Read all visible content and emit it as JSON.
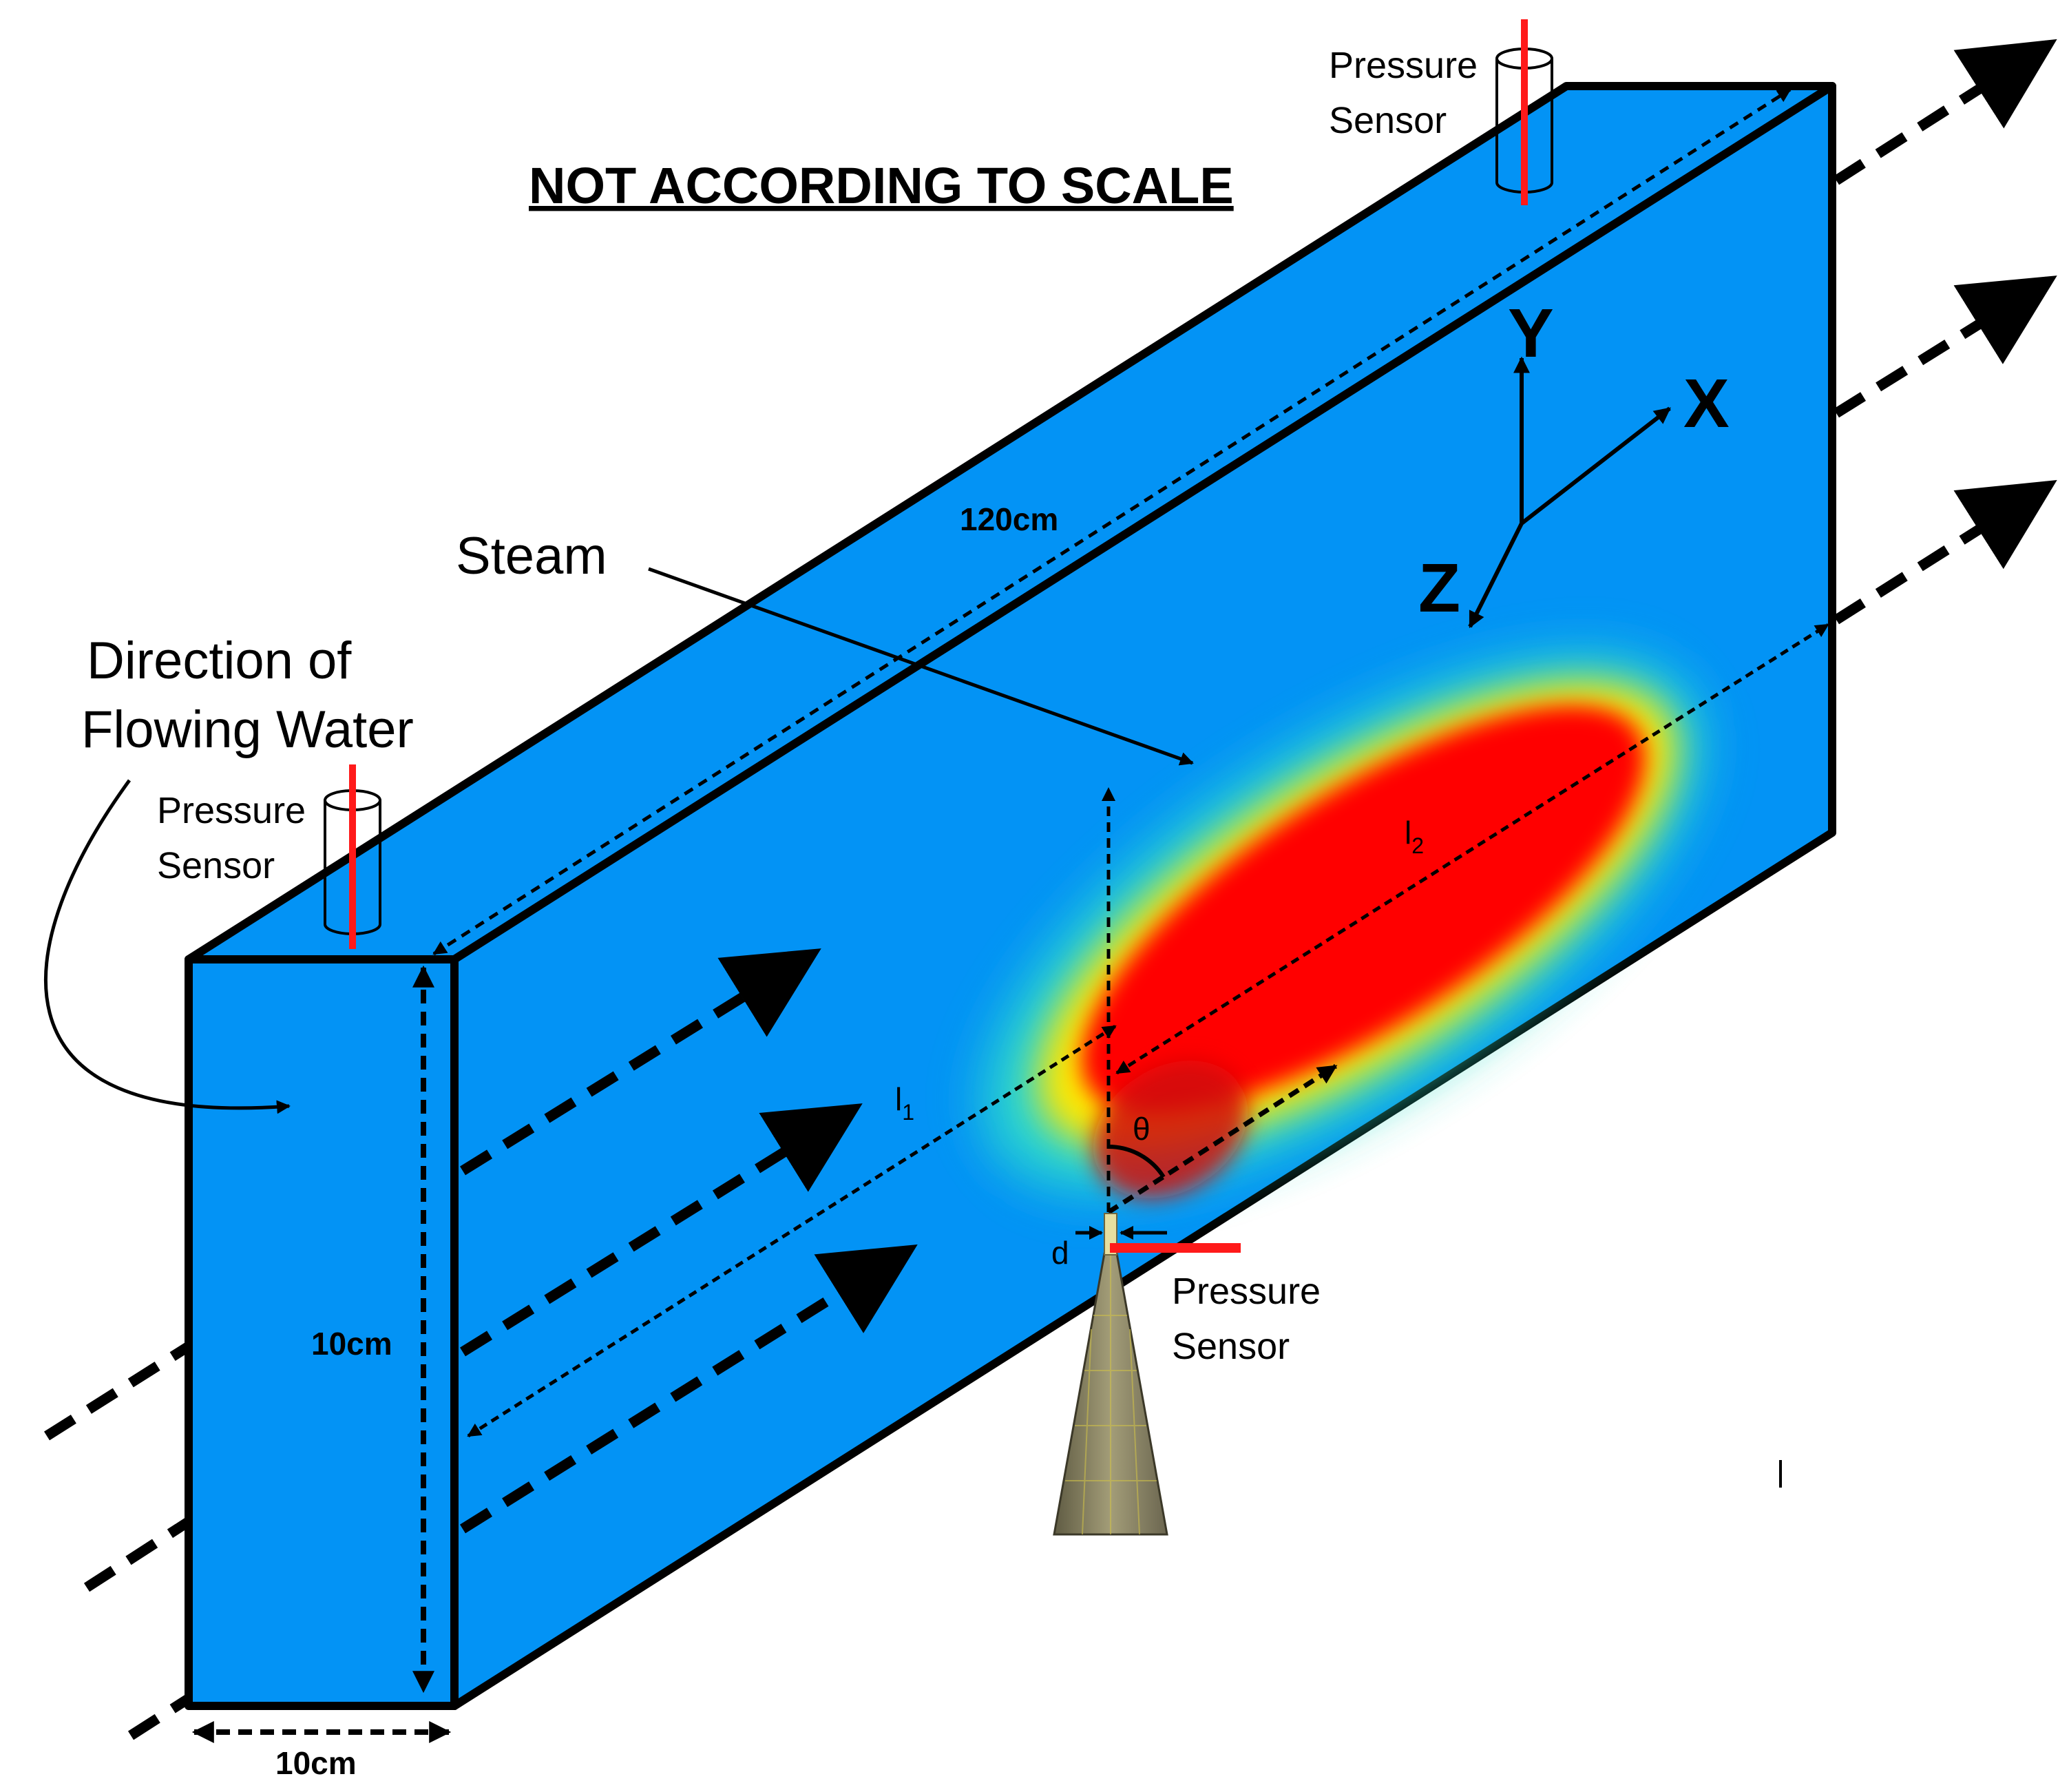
{
  "title": "NOT ACCORDING TO SCALE",
  "labels": {
    "flow_direction_line1": "Direction of",
    "flow_direction_line2": "Flowing Water",
    "steam": "Steam",
    "pressure_sensor_line1": "Pressure",
    "pressure_sensor_line2": "Sensor"
  },
  "dimensions": {
    "length": "120cm",
    "height": "10cm",
    "width": "10cm"
  },
  "axes": {
    "x": "X",
    "y": "Y",
    "z": "Z"
  },
  "symbols": {
    "l1": "l",
    "l1_sub": "1",
    "l2": "l",
    "l2_sub": "2",
    "theta": "θ",
    "d": "d"
  },
  "colors": {
    "channel_fill": "#0393f5",
    "outline": "#000000",
    "sensor_probe": "#ff1a1a",
    "steam_core": "#ff0000",
    "steam_mid": "#ffe600",
    "steam_edge": "#30e0c8",
    "nozzle": "#8c8662"
  }
}
